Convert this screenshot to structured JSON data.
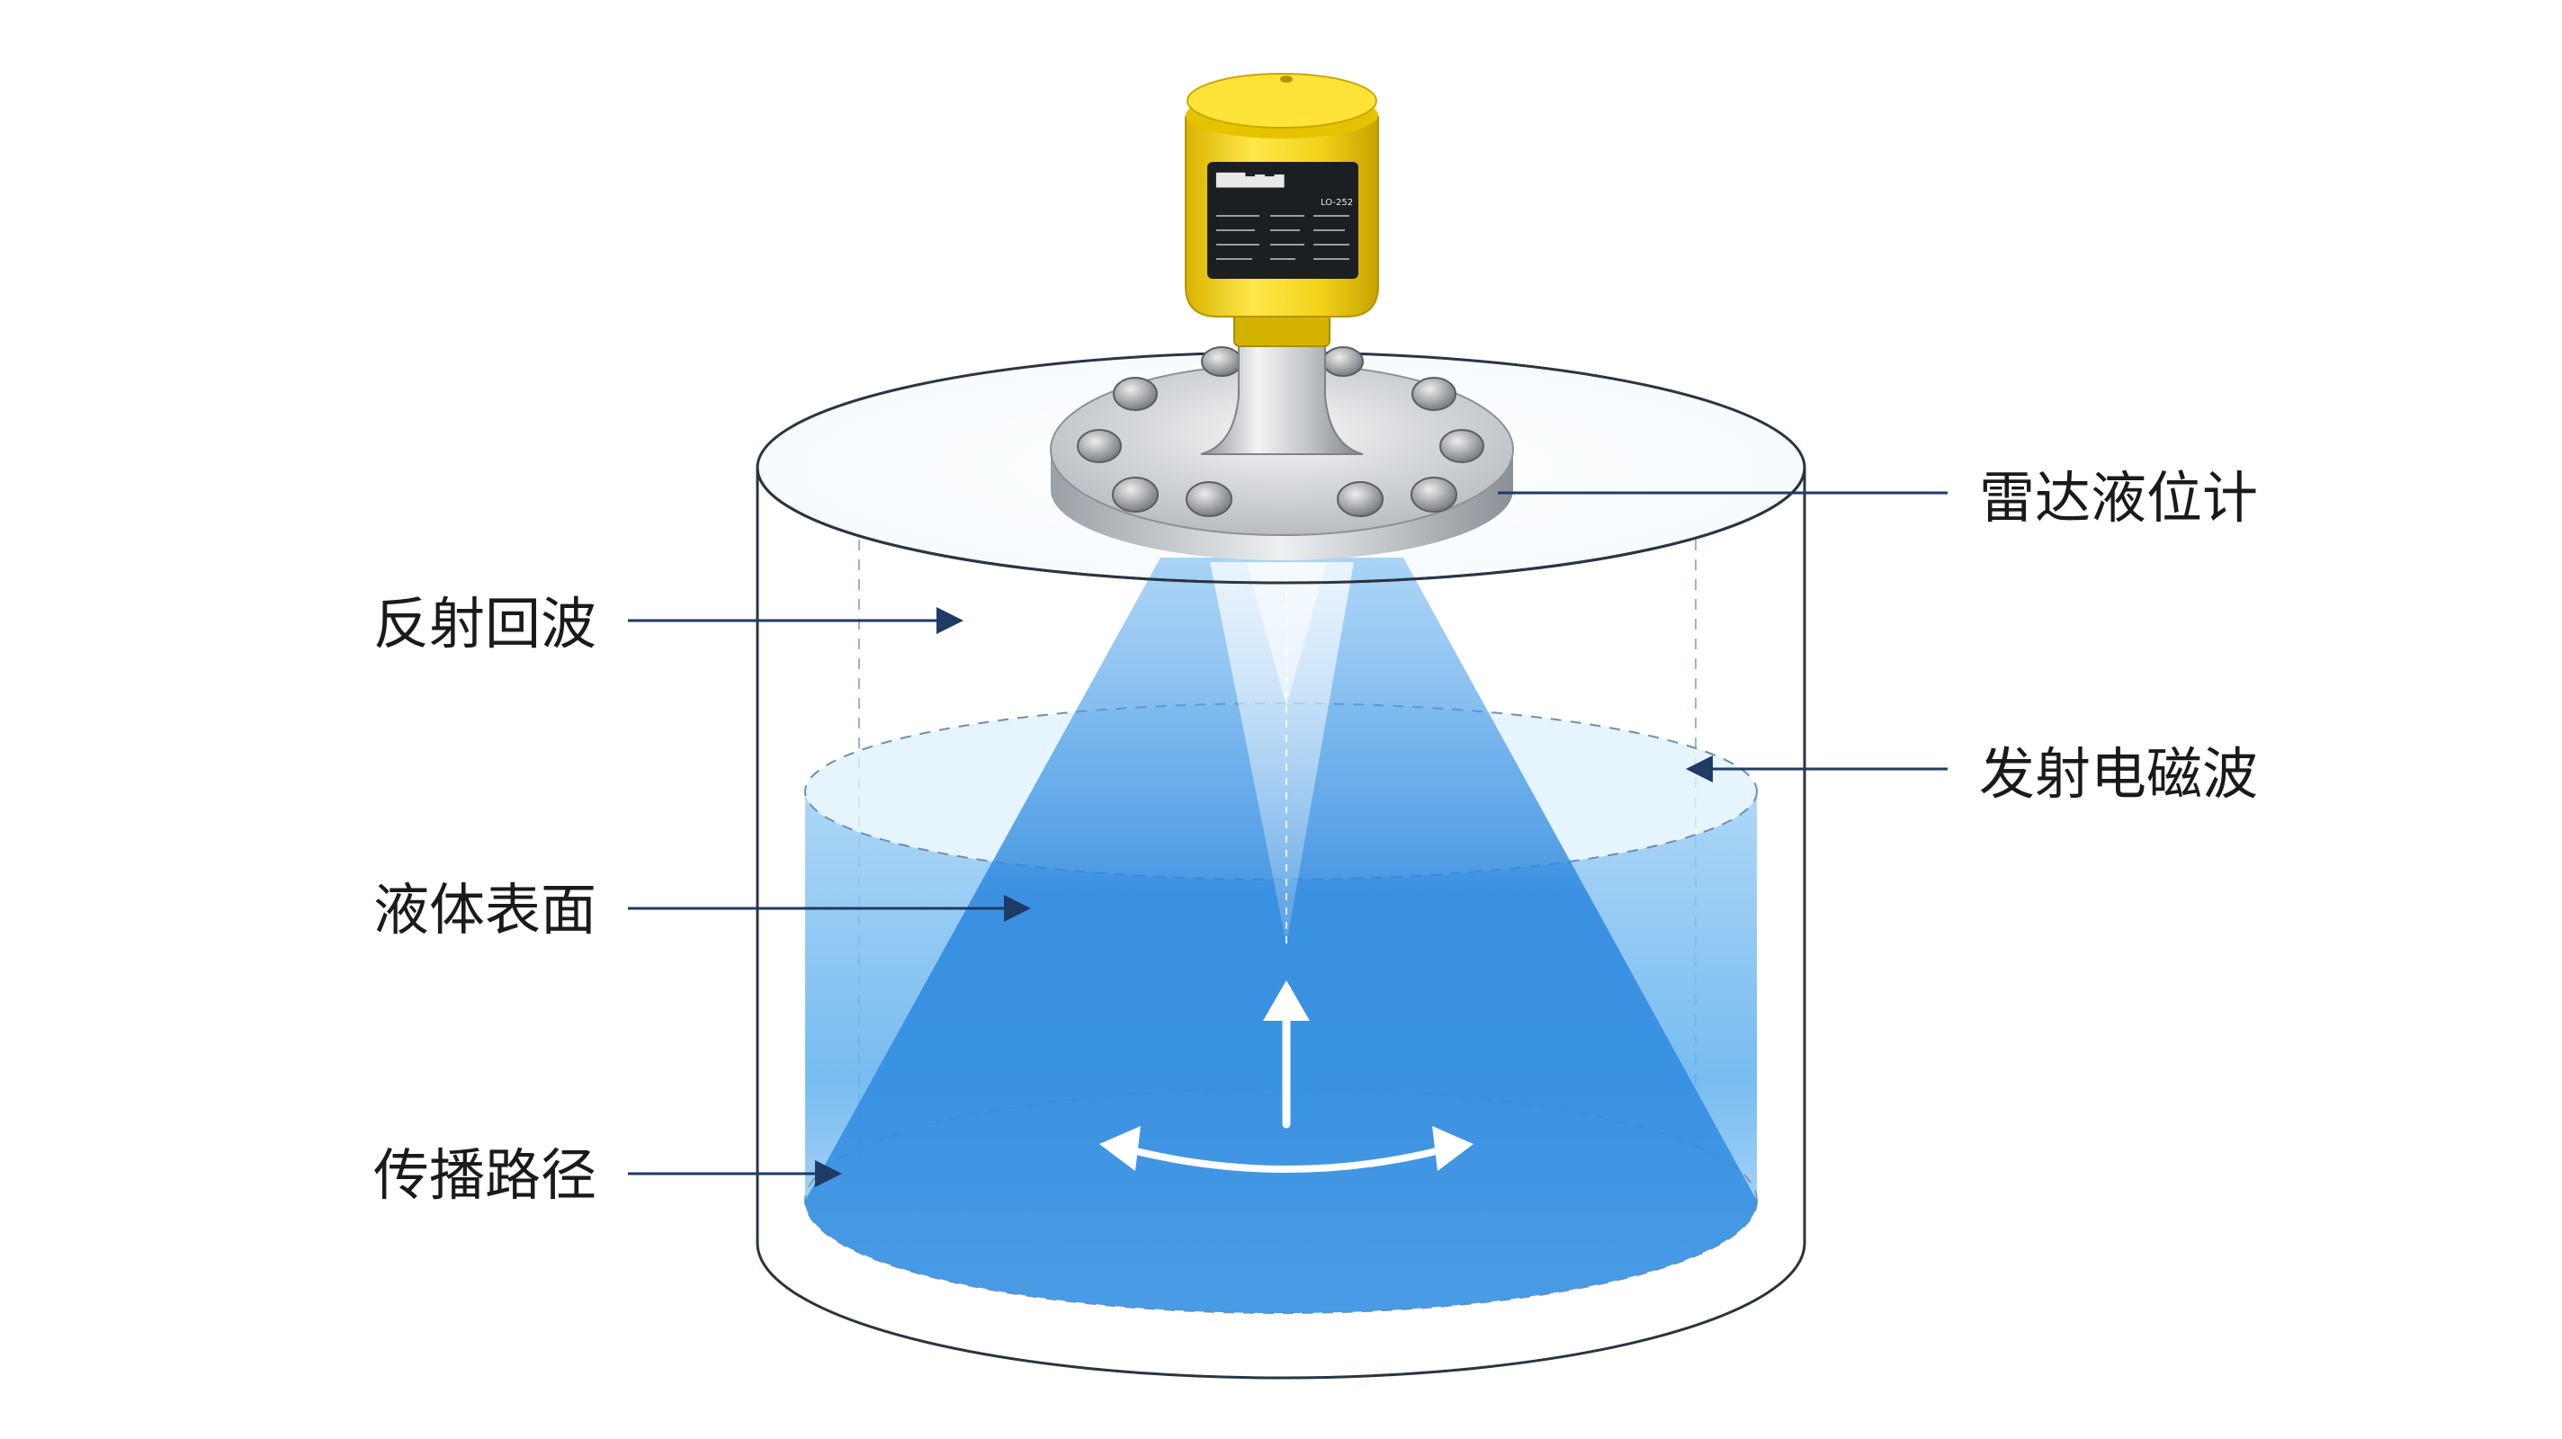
{
  "labels": {
    "radar_level_meter": "雷达液位计",
    "reflected_echo": "反射回波",
    "emitted_em_wave": "发射电磁波",
    "liquid_surface": "液体表面",
    "propagation_path": "传播路径"
  },
  "device_plate": {
    "title": "███▆▇▆▇",
    "model": "LO-252"
  },
  "colors": {
    "device_yellow": "#f2d21a",
    "steel": "#c9ccd0",
    "liquid_blue": "#2f8ee0",
    "beam_blue": "#2a86de",
    "tank_outline": "#2b3440",
    "callout_line": "#1f3a66"
  },
  "icons": {
    "lift_arrow": "up-arrow-icon",
    "swirl_arrow": "curved-double-arrow-icon"
  }
}
